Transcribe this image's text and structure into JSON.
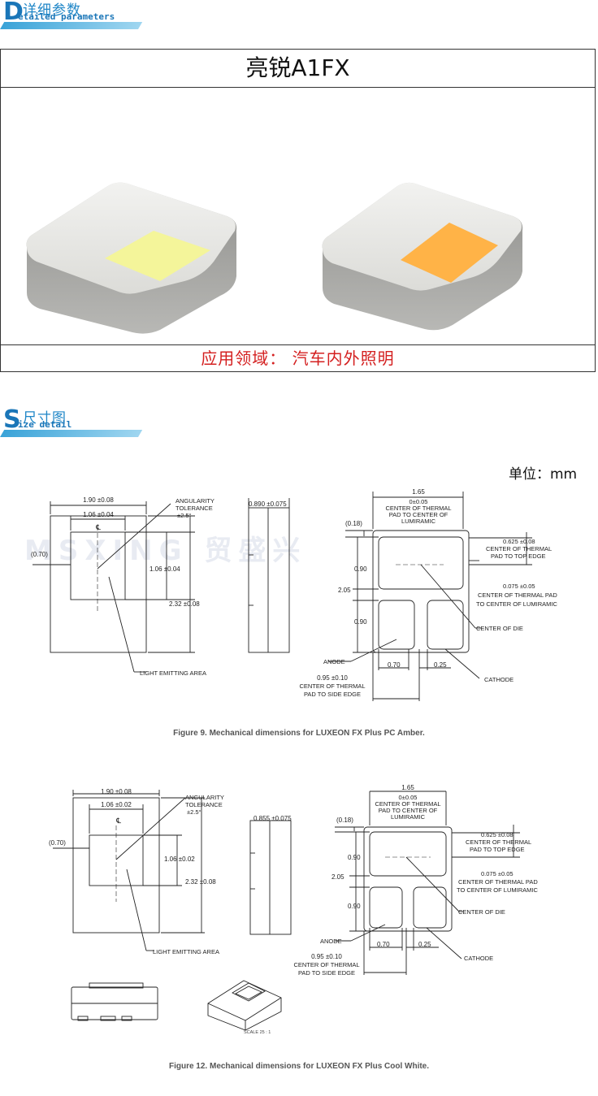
{
  "header1": {
    "letter": "D",
    "cn": "详细参数",
    "en": "etailed parameters"
  },
  "product": {
    "title": "亮锐A1FX",
    "application": "应用领域：  汽车内外照明"
  },
  "header2": {
    "letter": "S",
    "cn": "尺寸图",
    "en": "ize detail"
  },
  "unit_label": "单位：mm",
  "watermark": "MSXING 贸盛兴",
  "fig1": {
    "w": "1.90 ±0.08",
    "inner": "1.06 ±0.04",
    "cl": "℄",
    "ang1": "ANGULARITY",
    "ang2": "TOLERANCE",
    "ang3": "±2.5°",
    "p070": "(0.70)",
    "hinner": "1.06 ±0.04",
    "h": "2.32 ±0.08",
    "lea": "LIGHT EMITTING AREA",
    "side": "0.890 ±0.075",
    "bw": "1.65",
    "b0": "0±0.05",
    "c1": "CENTER OF THERMAL",
    "c2": "PAD TO CENTER OF",
    "c3": "LUMIRAMIC",
    "p018": "(0.18)",
    "t1": "0.625 ±0.08",
    "t2": "CENTER OF THERMAL",
    "t3": "PAD TO TOP EDGE",
    "d090a": "0.90",
    "d205": "2.05",
    "d090b": "0.90",
    "l1": "0.075 ±0.05",
    "l2": "CENTER OF THERMAL PAD",
    "l3": "TO CENTER OF LUMIRAMIC",
    "cod": "CENTER OF DIE",
    "anode": "ANODE",
    "d070": "0.70",
    "d025": "0.25",
    "cath": "CATHODE",
    "s1": "0.95 ±0.10",
    "s2": "CENTER OF THERMAL",
    "s3": "PAD TO SIDE EDGE",
    "caption": "Figure 9. Mechanical dimensions for LUXEON FX Plus PC Amber."
  },
  "fig2": {
    "w": "1.90 ±0.08",
    "inner": "1.06 ±0.02",
    "cl": "℄",
    "ang1": "ANGULARITY",
    "ang2": "TOLERANCE",
    "ang3": "±2.5°",
    "p070": "(0.70)",
    "hinner": "1.06 ±0.02",
    "h": "2.32 ±0.08",
    "lea": "LIGHT EMITTING AREA",
    "side": "0.855 ±0.075",
    "bw": "1.65",
    "b0": "0±0.05",
    "c1": "CENTER OF THERMAL",
    "c2": "PAD TO CENTER OF",
    "c3": "LUMIRAMIC",
    "p018": "(0.18)",
    "t1": "0.625 ±0.08",
    "t2": "CENTER OF THERMAL",
    "t3": "PAD TO TOP EDGE",
    "d090a": "0.90",
    "d205": "2.05",
    "d090b": "0.90",
    "l1": "0.075 ±0.05",
    "l2": "CENTER OF THERMAL PAD",
    "l3": "TO CENTER OF LUMIRAMIC",
    "cod": "CENTER OF DIE",
    "anode": "ANODE",
    "d070": "0.70",
    "d025": "0.25",
    "cath": "CATHODE",
    "s1": "0.95 ±0.10",
    "s2": "CENTER OF THERMAL",
    "s3": "PAD TO SIDE EDGE",
    "scale": "SCALE 25 : 1",
    "caption": "Figure 12. Mechanical dimensions for LUXEON FX Plus Cool White."
  },
  "colors": {
    "accent": "#1a76b8",
    "app_text": "#d42020",
    "white_led": "#f4f59a",
    "amber_led": "#ffb347"
  }
}
